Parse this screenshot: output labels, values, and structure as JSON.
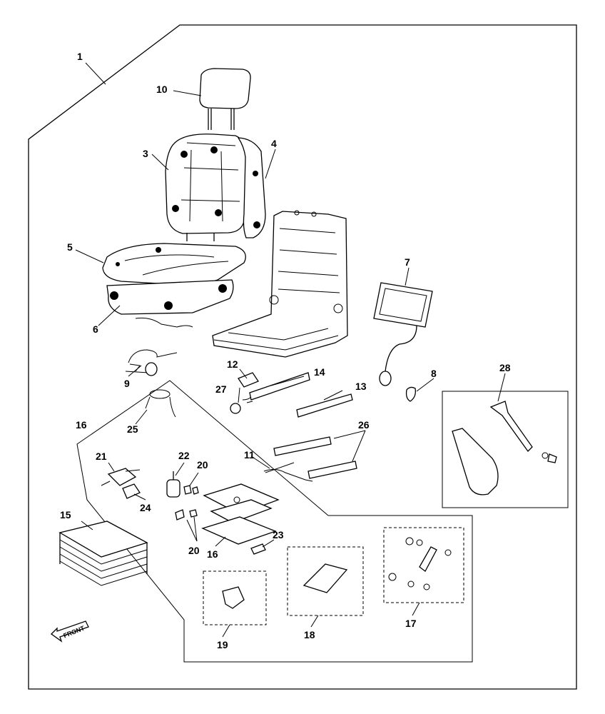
{
  "labels": {
    "l1": "1",
    "l3": "3",
    "l4": "4",
    "l5": "5",
    "l6": "6",
    "l7": "7",
    "l8": "8",
    "l9": "9",
    "l10": "10",
    "l11": "11",
    "l12": "12",
    "l13": "13",
    "l14": "14",
    "l15": "15",
    "l16a": "16",
    "l16b": "16",
    "l17": "17",
    "l18": "18",
    "l19": "19",
    "l20a": "20",
    "l20b": "20",
    "l21": "21",
    "l22": "22",
    "l23": "23",
    "l24": "24",
    "l25": "25",
    "l26": "26",
    "l27": "27",
    "l28": "28"
  },
  "front_arrow": {
    "text": "FRONT"
  }
}
